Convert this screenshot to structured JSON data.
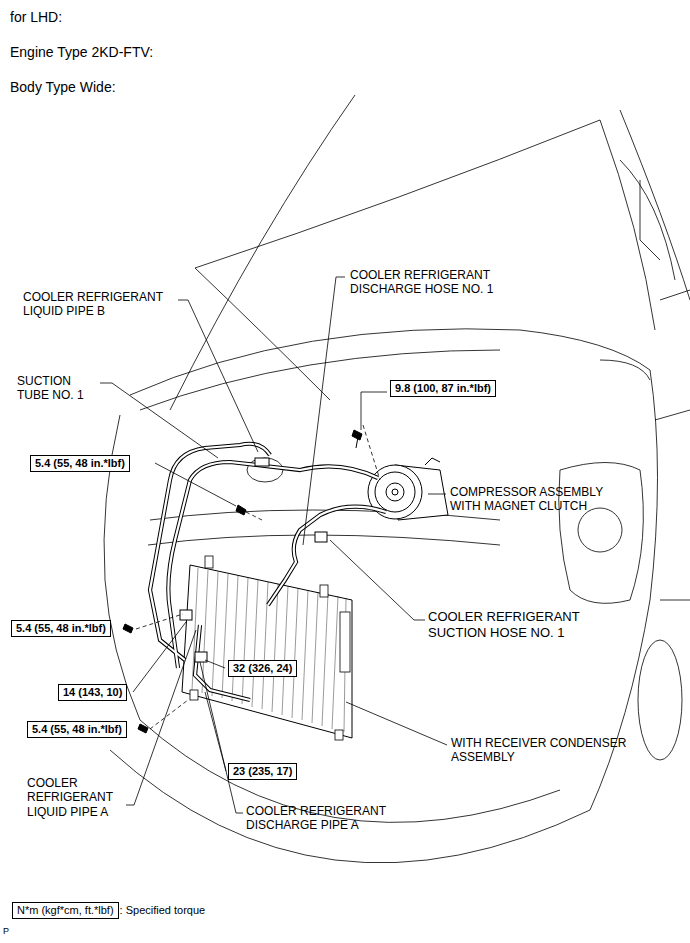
{
  "diagram": {
    "nodes": [
      {
        "text": [
          "9.8 (100, 87 in.*lbf)"
        ]
      },
      {
        "text": [
          "5.4 (55, 48 in.*lbf)"
        ]
      },
      {
        "text": [
          "5.4 (55, 48 in.*lbf)"
        ]
      },
      {
        "text": [
          "32 (326, 24)"
        ]
      },
      {
        "text": [
          "14 (143, 10)"
        ]
      },
      {
        "text": [
          "5.4 (55, 48 in.*lbf)"
        ]
      },
      {
        "text": [
          "23 (235, 17)"
        ]
      },
      {
        "text": [
          "N*m (kgf*cm, ft.*lbf)"
        ]
      }
    ],
    "labels": [
      "for LHD:",
      "Engine Type 2KD-FTV:",
      "Body Type Wide:",
      "COOLER REFRIGERANT DISCHARGE HOSE NO. 1",
      "COOLER REFRIGERANT LIQUID PIPE B",
      "SUCTION TUBE NO. 1",
      "COMPRESSOR ASSEMBLY WITH MAGNET CLUTCH",
      "COOLER REFRIGERANT SUCTION HOSE NO. 1",
      "WITH RECEIVER CONDENSER ASSEMBLY",
      "COOLER REFRIGERANT LIQUID PIPE A",
      "COOLER REFRIGERANT DISCHARGE PIPE A",
      ": Specified torque",
      "P"
    ]
  }
}
